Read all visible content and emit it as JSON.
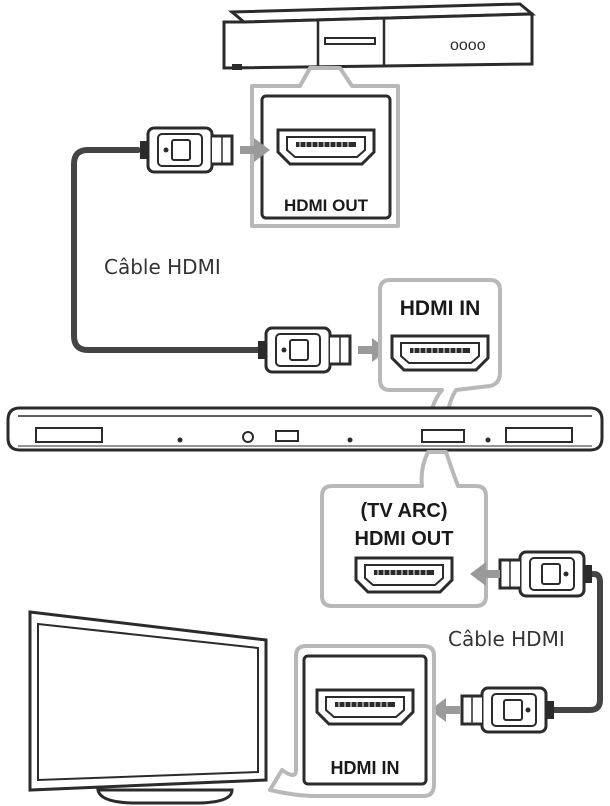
{
  "labels": {
    "player_port": "HDMI OUT",
    "cable_top": "Câble HDMI",
    "soundbar_in": "HDMI IN",
    "soundbar_out_line1": "(TV ARC)",
    "soundbar_out_line2": "HDMI OUT",
    "cable_bottom": "Câble HDMI",
    "tv_port": "HDMI IN",
    "player_display": "oooo"
  },
  "colors": {
    "line": "#2b2b2b",
    "callout": "#b8b8b8",
    "arrow": "#9a9a9a",
    "cable": "#444444",
    "device_fill": "#ffffff",
    "port_fill": "#f3f3f3"
  },
  "icons": {
    "player": "blu-ray-player",
    "soundbar": "soundbar",
    "tv": "television",
    "plug": "hdmi-plug",
    "socket": "hdmi-socket",
    "arrow": "insert-arrow"
  }
}
